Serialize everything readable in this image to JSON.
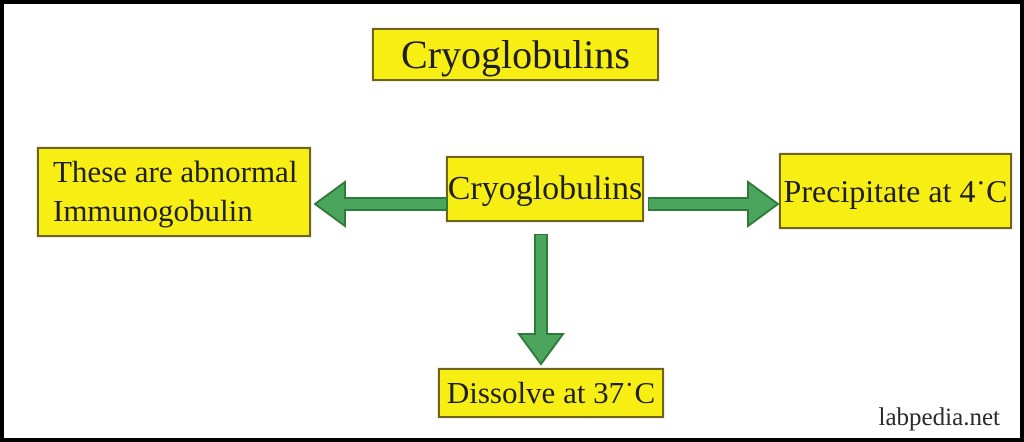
{
  "title_box": {
    "label": "Cryoglobulins"
  },
  "center_box": {
    "label": "Cryoglobulins"
  },
  "left_box": {
    "lines": [
      "These are abnormal",
      "Immunogobulin"
    ]
  },
  "right_box": {
    "label": "Precipitate at 4˙C"
  },
  "bottom_box": {
    "label": "Dissolve at 37˙C"
  },
  "arrows": {
    "left": "arrow-left-icon",
    "right": "arrow-right-icon",
    "down": "arrow-down-icon"
  },
  "watermark": "labpedia.net",
  "colors": {
    "box_fill": "#f7ee14",
    "box_border": "#6e6418",
    "arrow_fill": "#4ba55c",
    "arrow_outline": "#2f7a3a",
    "text": "#1f1f1f",
    "frame": "#000000"
  }
}
